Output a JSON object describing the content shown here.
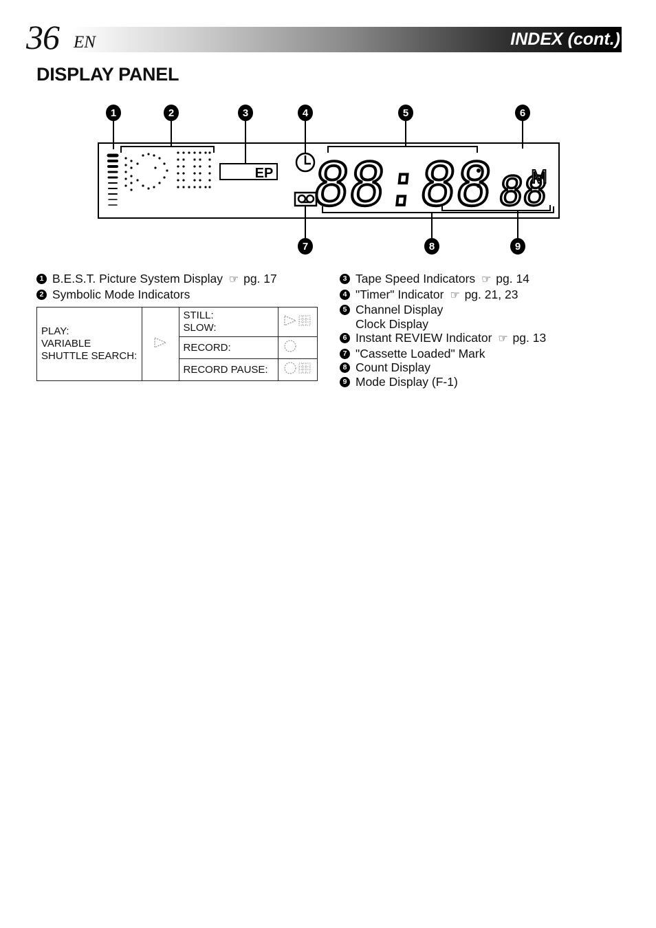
{
  "header": {
    "page_number": "36",
    "lang": "EN",
    "title": "INDEX (cont.)"
  },
  "section_title": "DISPLAY PANEL",
  "diagram": {
    "callouts": [
      "1",
      "2",
      "3",
      "4",
      "5",
      "6",
      "7",
      "8",
      "9"
    ],
    "tape_speed_text": "EP",
    "lcd_digits": "88:88",
    "lcd_small_digits": "88",
    "mode_letter": "M"
  },
  "legend_left": [
    {
      "num": "1",
      "text": "B.E.S.T. Picture System Display",
      "ref": "pg. 17"
    },
    {
      "num": "2",
      "text": "Symbolic Mode Indicators"
    }
  ],
  "mode_table": {
    "left_lines": [
      "PLAY:",
      "VARIABLE",
      "SHUTTLE SEARCH:"
    ],
    "rows": [
      {
        "label_lines": [
          "STILL:",
          "SLOW:"
        ],
        "icon": "play-still-icon"
      },
      {
        "label_lines": [
          "RECORD:"
        ],
        "icon": "record-icon"
      },
      {
        "label_lines": [
          "RECORD PAUSE:"
        ],
        "icon": "record-pause-icon"
      }
    ]
  },
  "legend_right": [
    {
      "num": "3",
      "text": "Tape Speed Indicators",
      "ref": "pg. 14"
    },
    {
      "num": "4",
      "text": "\"Timer\" Indicator",
      "ref": "pg. 21, 23"
    },
    {
      "num": "5",
      "text": "Channel Display",
      "sub": "Clock Display"
    },
    {
      "num": "6",
      "text": "Instant REVIEW Indicator",
      "ref": "pg. 13"
    },
    {
      "num": "7",
      "text": "\"Cassette Loaded\" Mark"
    },
    {
      "num": "8",
      "text": "Count Display"
    },
    {
      "num": "9",
      "text": "Mode Display (F-1)"
    }
  ]
}
